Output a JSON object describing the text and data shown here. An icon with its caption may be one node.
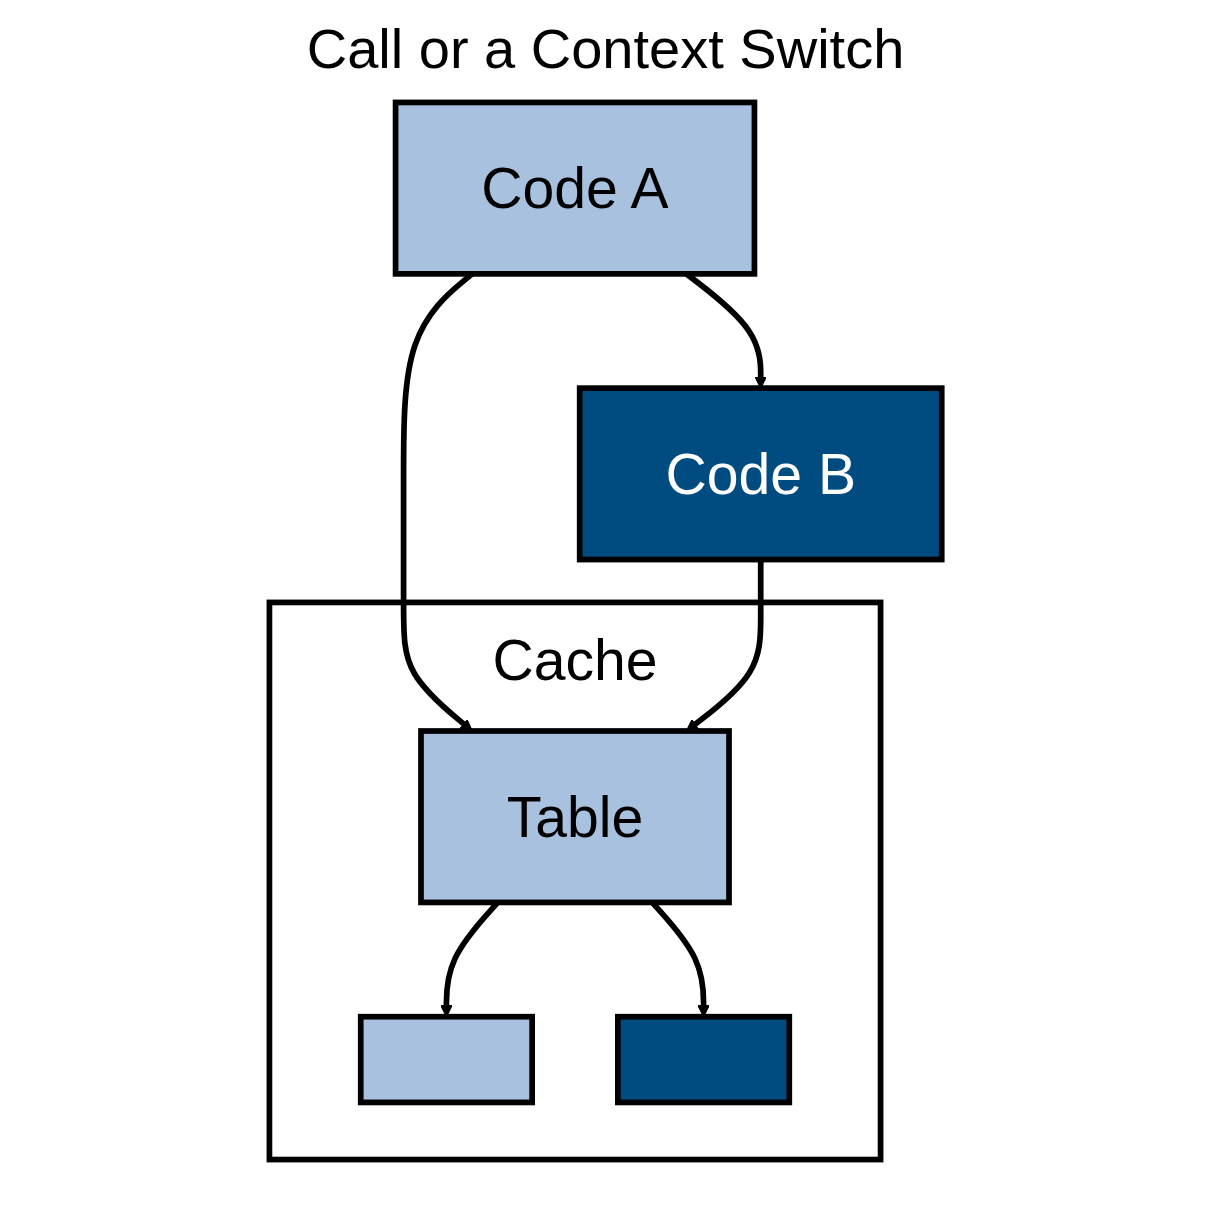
{
  "diagram": {
    "title": "Call or a Context Switch",
    "nodes": [
      {
        "text": [
          "Code A"
        ]
      },
      {
        "text": [
          "Code B"
        ]
      },
      {
        "text": [
          "Cache"
        ]
      },
      {
        "text": [
          "Table"
        ],
        "in": 2
      },
      {
        "text": [],
        "shape": "box",
        "in": 2
      },
      {
        "text": [],
        "shape": "box",
        "in": 2
      }
    ],
    "edges": [
      {
        "from": 0,
        "to": 1,
        "arrow": "to"
      },
      {
        "from": 0,
        "to": 3,
        "arrow": "to"
      },
      {
        "from": 1,
        "to": 3,
        "arrow": "to"
      },
      {
        "from": 3,
        "to": 4,
        "arrow": "to"
      },
      {
        "from": 3,
        "to": 5,
        "arrow": "to"
      }
    ]
  }
}
